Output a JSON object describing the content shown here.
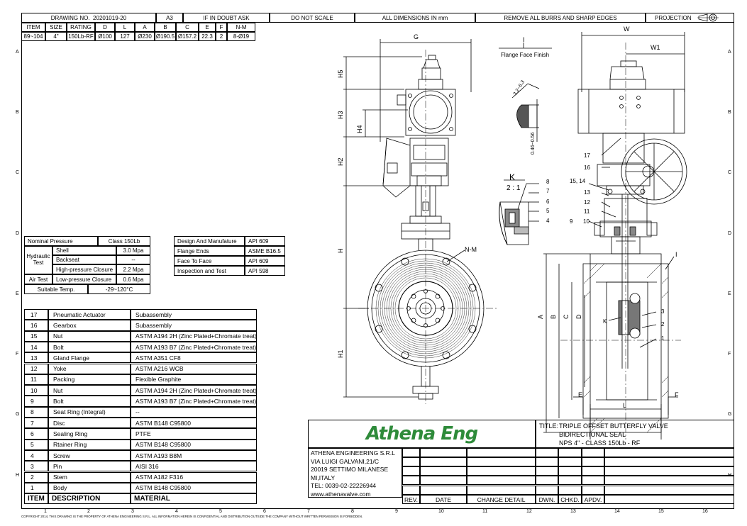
{
  "header": {
    "drawing_no_label": "DRAWING NO.",
    "drawing_no": "20201019-20",
    "size": "A3",
    "doubt": "IF IN DOUBT ASK",
    "noscale": "DO NOT SCALE",
    "dims": "ALL DIMENSIONS IN mm",
    "burrs": "REMOVE ALL BURRS AND SHARP EDGES",
    "projection": "PROJECTION"
  },
  "dim_table": {
    "headers": [
      "ITEM",
      "SIZE",
      "RATING",
      "D",
      "L",
      "A",
      "B",
      "C",
      "E",
      "F",
      "N-M"
    ],
    "row": [
      "89~104",
      "4\"",
      "150Lb-RF",
      "Ø100",
      "127",
      "Ø230",
      "Ø190.5",
      "Ø157.2",
      "22.3",
      "2",
      "8-Ø19"
    ]
  },
  "zones": {
    "cols": [
      "1",
      "2",
      "3",
      "4",
      "5",
      "6",
      "7",
      "8",
      "9",
      "10",
      "11",
      "12",
      "13",
      "14",
      "15",
      "16"
    ],
    "rows": [
      "A",
      "B",
      "C",
      "D",
      "E",
      "F",
      "G",
      "H"
    ]
  },
  "test_table": {
    "nominal_label": "Nominal Pressure",
    "nominal_value": "Class 150Lb",
    "hydraulic_label": "Hydraulic Test",
    "shell_label": "Shell",
    "shell_value": "3.0 Mpa",
    "backseat_label": "Backseat",
    "backseat_value": "--",
    "hp_label": "High-pressure Closure",
    "hp_value": "2.2 Mpa",
    "air_label": "Air Test",
    "lp_label": "Low-pressure Closure",
    "lp_value": "0.6 Mpa",
    "temp_label": "Suitable Temp.",
    "temp_value": "-29~120°C"
  },
  "standards_table": [
    {
      "label": "Design And Manufature",
      "value": "API 609"
    },
    {
      "label": "Flange Ends",
      "value": "ASME B16.5"
    },
    {
      "label": "Face To Face",
      "value": "API 609"
    },
    {
      "label": "Inspection and Test",
      "value": "API 598"
    }
  ],
  "parts": [
    {
      "item": "17",
      "desc": "Pneumatic Actuator",
      "mat": "Subassembly"
    },
    {
      "item": "16",
      "desc": "Gearbox",
      "mat": "Subassembly"
    },
    {
      "item": "15",
      "desc": "Nut",
      "mat": "ASTM A194 2H (Zinc Plated+Chromate treat)"
    },
    {
      "item": "14",
      "desc": "Bolt",
      "mat": "ASTM A193 B7 (Zinc Plated+Chromate treat)"
    },
    {
      "item": "13",
      "desc": "Gland Flange",
      "mat": "ASTM A351 CF8"
    },
    {
      "item": "12",
      "desc": "Yoke",
      "mat": "ASTM A216 WCB"
    },
    {
      "item": "11",
      "desc": "Packing",
      "mat": "Flexible Graphite"
    },
    {
      "item": "10",
      "desc": "Nut",
      "mat": "ASTM A194 2H (Zinc Plated+Chromate treat)"
    },
    {
      "item": "9",
      "desc": "Bolt",
      "mat": "ASTM A193 B7 (Zinc Plated+Chromate treat)"
    },
    {
      "item": "8",
      "desc": "Seat Ring (Integral)",
      "mat": "--"
    },
    {
      "item": "7",
      "desc": "Disc",
      "mat": "ASTM B148 C95800"
    },
    {
      "item": "6",
      "desc": "Sealing Ring",
      "mat": "PTFE"
    },
    {
      "item": "5",
      "desc": "Rtainer Ring",
      "mat": "ASTM B148 C95800"
    },
    {
      "item": "4",
      "desc": "Screw",
      "mat": "ASTM A193 B8M"
    },
    {
      "item": "3",
      "desc": "Pin",
      "mat": "AISI 316"
    },
    {
      "item": "2",
      "desc": "Stem",
      "mat": "ASTM A182 F316"
    },
    {
      "item": "1",
      "desc": "Body",
      "mat": "ASTM B148 C95800"
    }
  ],
  "parts_header": {
    "item": "ITEM",
    "desc": "DESCRIPTION",
    "mat": "MATERIAL"
  },
  "title_block": {
    "logo": "Athena Eng",
    "title_label": "TITLE:",
    "title1": "TRIPLE OFFSET BUTTERFLY VALVE",
    "title2": "BIDIRECTIONAL SEAL",
    "title3": "NPS 4\" - CLASS 150Lb - RF",
    "company": "ATHENA ENGINEERING S.R.L",
    "street": "VIA LUIGI GALVANI,21/C",
    "city": "20019 SETTIMO MILANESE",
    "country": "MI,ITALY",
    "tel": "TEL: 0039-02-22226944",
    "web": "www.athenavalve.com",
    "rev": "REV.",
    "date": "DATE",
    "change": "CHANGE DETAIL",
    "dwn": "DWN.",
    "chkd": "CHKD.",
    "apdv": "APDV."
  },
  "copyright": "COPYRIGHT 2014, THIS DRAWING IS THE PROPERTY OF ATHENA ENGINEERING S.R.L. ALL INFORMATION HEREIN IS CONFIDENTIAL AND DISTRIBUTION OUTSIDE THE COMPANY WITHOUT WRITTEN PERMISSION IS FORBIDDEN.",
  "drawing_labels": {
    "G": "G",
    "W": "W",
    "W1": "W1",
    "H": "H",
    "H1": "H1",
    "H2": "H2",
    "H3": "H3",
    "H4": "H4",
    "H5": "H5",
    "NM": "N-M",
    "I": "I",
    "flange_finish": "Flange Face Finish",
    "roughness": "3.2~6.3",
    "depth": "0.46~0.56",
    "K": "K",
    "scale": "2 : 1",
    "A": "A",
    "B": "B",
    "C": "C",
    "D": "D",
    "E": "E",
    "F": "F",
    "L": "L"
  }
}
